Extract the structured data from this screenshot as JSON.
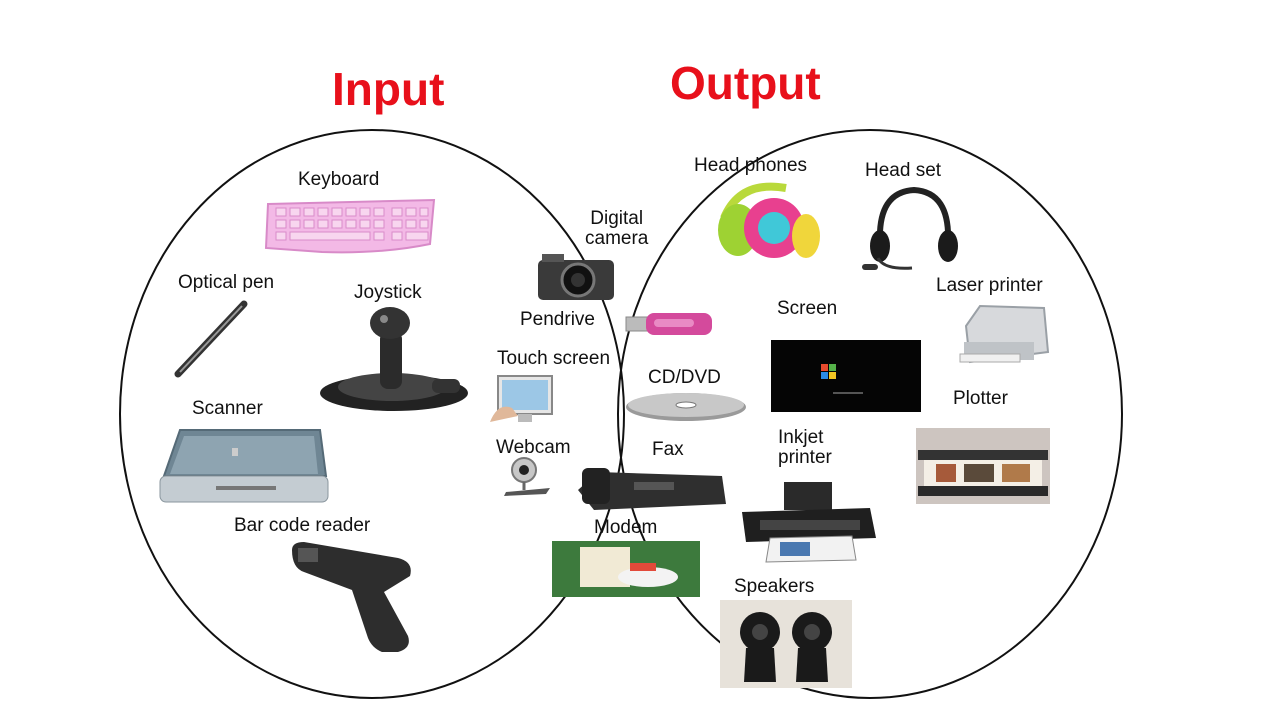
{
  "colors": {
    "title": "#e8101b",
    "circle": "#111111"
  },
  "titles": {
    "input": "Input",
    "output": "Output"
  },
  "input_only": {
    "keyboard": "Keyboard",
    "optical_pen": "Optical pen",
    "joystick": "Joystick",
    "scanner": "Scanner",
    "bar_code_reader": "Bar code reader"
  },
  "both": {
    "digital_camera_line1": "Digital",
    "digital_camera_line2": "camera",
    "pendrive": "Pendrive",
    "touch_screen": "Touch screen",
    "cd_dvd": "CD/DVD",
    "webcam": "Webcam",
    "fax": "Fax",
    "modem": "Modem"
  },
  "output_only": {
    "head_phones": "Head phones",
    "head_set": "Head set",
    "screen": "Screen",
    "laser_printer": "Laser printer",
    "plotter": "Plotter",
    "inkjet_line1": "Inkjet",
    "inkjet_line2": "printer",
    "speakers": "Speakers"
  }
}
